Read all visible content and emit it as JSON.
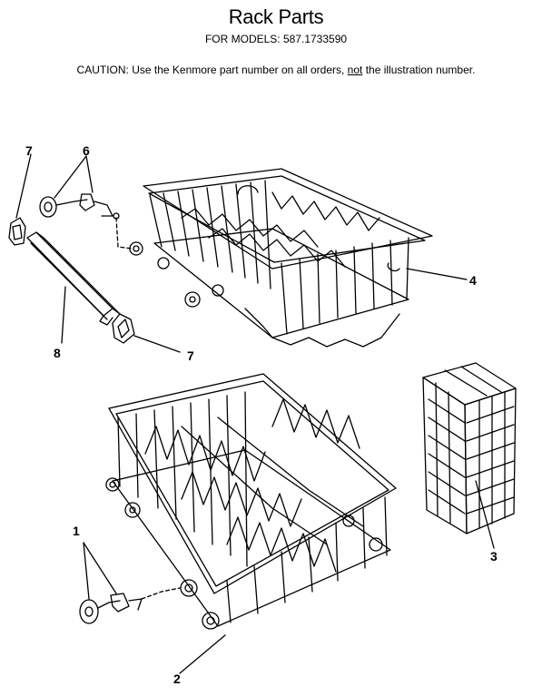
{
  "header": {
    "title": "Rack Parts",
    "models_line": "FOR MODELS:  587.1733590",
    "caution_prefix": "CAUTION:  Use the Kenmore part number on all orders, ",
    "caution_not": "not",
    "caution_suffix": " the illustration number."
  },
  "callouts": {
    "c1": "1",
    "c2": "2",
    "c3": "3",
    "c4": "4",
    "c6": "6",
    "c7a": "7",
    "c7b": "7",
    "c8": "8"
  }
}
